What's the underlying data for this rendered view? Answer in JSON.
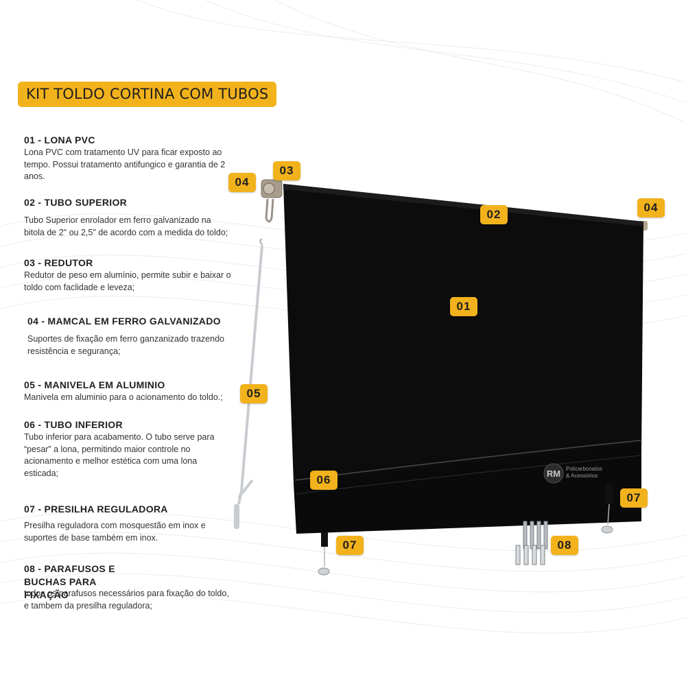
{
  "title": "KIT TOLDO CORTINA COM TUBOS",
  "specs": [
    {
      "title": "01 - LONA PVC",
      "desc": "Lona PVC com tratamento UV para ficar exposto ao tempo. Possui tratamento antifungico e garantia de 2 anos."
    },
    {
      "title": "02 - TUBO SUPERIOR",
      "desc": "Tubo Superior enrolador em ferro galvanizado na bitola de 2\" ou 2,5\" de acordo com a medida do toldo;"
    },
    {
      "title": "03 - REDUTOR",
      "desc": "Redutor de peso em alumínio, permite subir e baixar o toldo com faclidade e leveza;"
    },
    {
      "title": "04 - MAMCAL  EM FERRO GALVANIZADO",
      "desc": "Suportes de fixação em ferro ganzanizado trazendo resistência e segurança;"
    },
    {
      "title": "05 - MANIVELA EM ALUMINIO",
      "desc": "Manivela em aluminio para o acionamento do toldo.;"
    },
    {
      "title": "06 - TUBO INFERIOR",
      "desc": "Tubo inferior para acabamento. O tubo serve para “pesar” a lona, permitindo maior controle no acionamento e melhor estética com uma lona esticada;"
    },
    {
      "title": "07 - PRESILHA REGULADORA",
      "desc": "Presilha reguladora com mosquestão em inox e suportes de base também em inox."
    },
    {
      "title": "08 - PARAFUSOS E BUCHAS PARA FIXAÇÃO",
      "desc": "todos os parafusos necessários para fixação do toldo, e tambem da presilha reguladora;"
    }
  ],
  "badges": {
    "b01": "01",
    "b02": "02",
    "b03": "03",
    "b04_left": "04",
    "b04_right": "04",
    "b05": "05",
    "b06": "06",
    "b07_left": "07",
    "b07_right": "07",
    "b08": "08"
  },
  "logo": {
    "mark": "RM",
    "line1": "Policarbonatos",
    "line2": "& Acessórios"
  },
  "colors": {
    "accent": "#f2b21c",
    "awning": "#0c0c0c",
    "text": "#1f1f1f"
  }
}
